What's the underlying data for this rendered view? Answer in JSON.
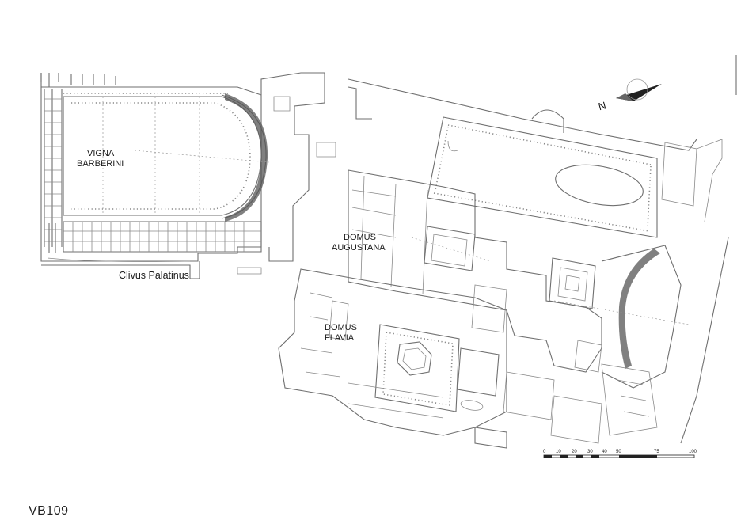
{
  "labels": {
    "vigna_line1": "VIGNA",
    "vigna_line2": "BARBERINI",
    "clivus": "Clivus Palatinus",
    "augustana_line1": "DOMUS",
    "augustana_line2": "AUGUSTANA",
    "flavia_line1": "DOMUS",
    "flavia_line2": "FLAVIA"
  },
  "north_arrow": {
    "letter": "N"
  },
  "scale_bar": {
    "ticks": [
      "0",
      "10",
      "20",
      "30",
      "40",
      "50",
      "75",
      "100"
    ]
  },
  "figure_id": "VB109",
  "colors": {
    "line": "#6f6f6f",
    "text": "#1a1a1a",
    "background": "#ffffff"
  }
}
